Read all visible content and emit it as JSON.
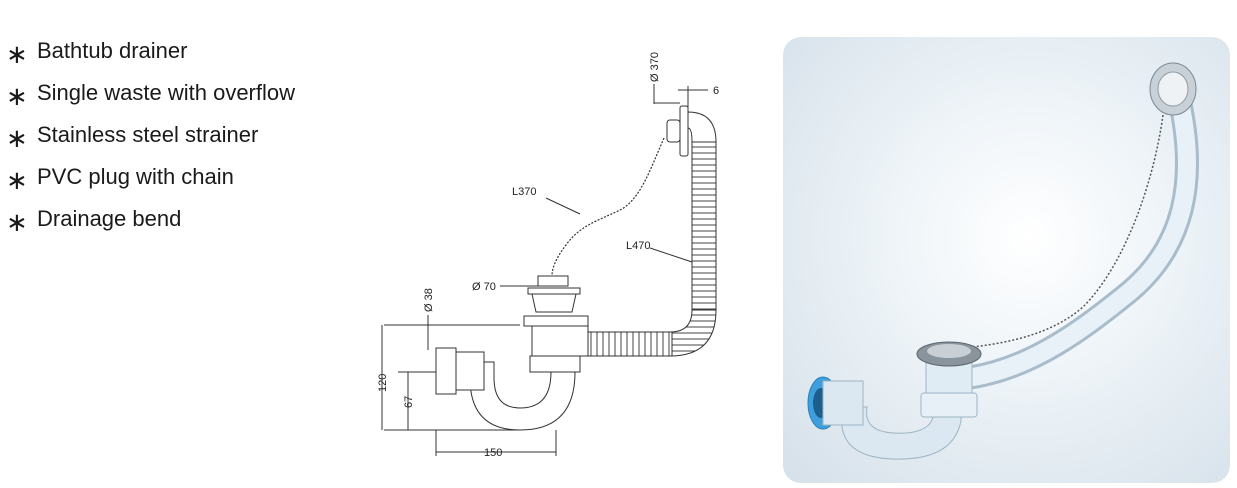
{
  "features": [
    {
      "bullet": "∗",
      "text": "Bathtub drainer"
    },
    {
      "bullet": "∗",
      "text": "Single waste with overflow"
    },
    {
      "bullet": "∗",
      "text": "Stainless steel strainer"
    },
    {
      "bullet": "∗",
      "text": "PVC plug with chain"
    },
    {
      "bullet": "∗",
      "text": "Drainage bend"
    }
  ],
  "drawing": {
    "overflow_diameter": "Ø 370",
    "overflow_depth": "6",
    "chain_length": "L370",
    "hose_length": "L470",
    "strainer_diameter": "Ø 70",
    "outlet_diameter": "Ø 38",
    "total_height": "120",
    "outlet_height": "67",
    "width": "150"
  },
  "colors": {
    "text": "#1a1a1a",
    "line": "#333333",
    "pipe": "#e9f2f8",
    "pipe_edge": "#9fb7c8",
    "nut_blue": "#3f9fdc",
    "steel": "#c9d1d8"
  }
}
